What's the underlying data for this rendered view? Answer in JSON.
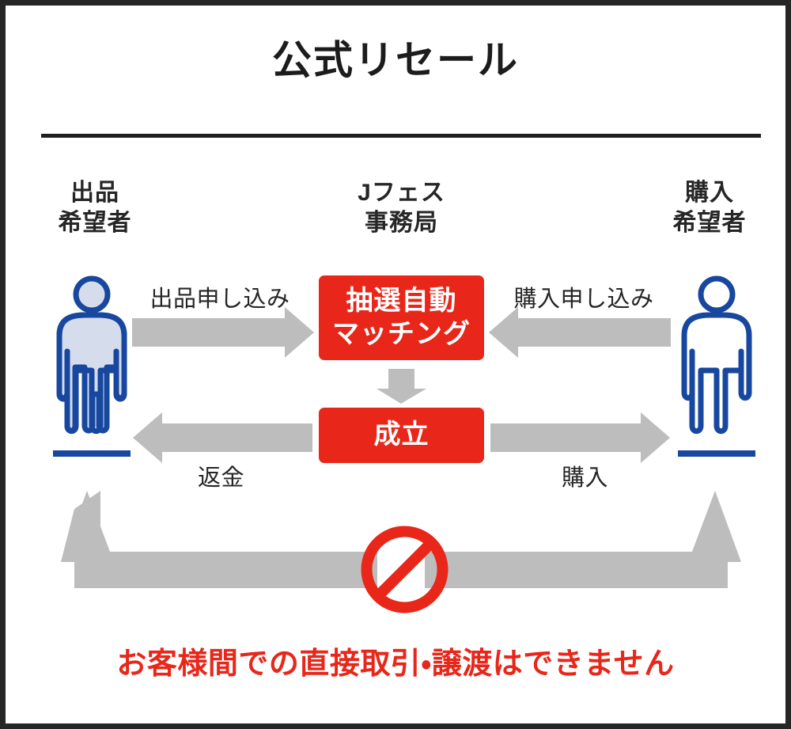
{
  "diagram": {
    "title": "公式リセール",
    "colors": {
      "accent_red": "#e8271a",
      "arrow_gray": "#bdbdbd",
      "person_blue": "#17479e",
      "person_fill": "#d5dcec",
      "frame_dark": "#262626",
      "text_dark": "#262626"
    },
    "columns": [
      {
        "id": "seller",
        "label": "出品\n希望者"
      },
      {
        "id": "office",
        "label": "Jフェス\n事務局"
      },
      {
        "id": "buyer",
        "label": "購入\n希望者"
      }
    ],
    "nodes": [
      {
        "id": "matching",
        "label": "抽選自動\nマッチング",
        "style": "red-box"
      },
      {
        "id": "deal",
        "label": "成立",
        "style": "red-box"
      }
    ],
    "actors": [
      {
        "id": "seller-person",
        "icon": "person-icon",
        "fill": "filled"
      },
      {
        "id": "buyer-person",
        "icon": "person-icon",
        "fill": "outline"
      }
    ],
    "flows": [
      {
        "id": "listing-application",
        "label": "出品申し込み",
        "from": "seller",
        "to": "office",
        "direction": "right"
      },
      {
        "id": "purchase-application",
        "label": "購入申し込み",
        "from": "buyer",
        "to": "office",
        "direction": "left"
      },
      {
        "id": "refund",
        "label": "返金",
        "from": "office",
        "to": "seller",
        "direction": "left"
      },
      {
        "id": "purchase",
        "label": "購入",
        "from": "office",
        "to": "buyer",
        "direction": "right"
      },
      {
        "id": "matching-to-deal",
        "label": "",
        "from": "matching",
        "to": "deal",
        "direction": "down"
      },
      {
        "id": "direct-transfer",
        "label": "",
        "from": "buyer",
        "to": "seller",
        "direction": "blocked"
      }
    ],
    "prohibition": {
      "icon": "no-entry-icon",
      "notice": "お客様間での直接取引・譲渡はできません"
    }
  }
}
